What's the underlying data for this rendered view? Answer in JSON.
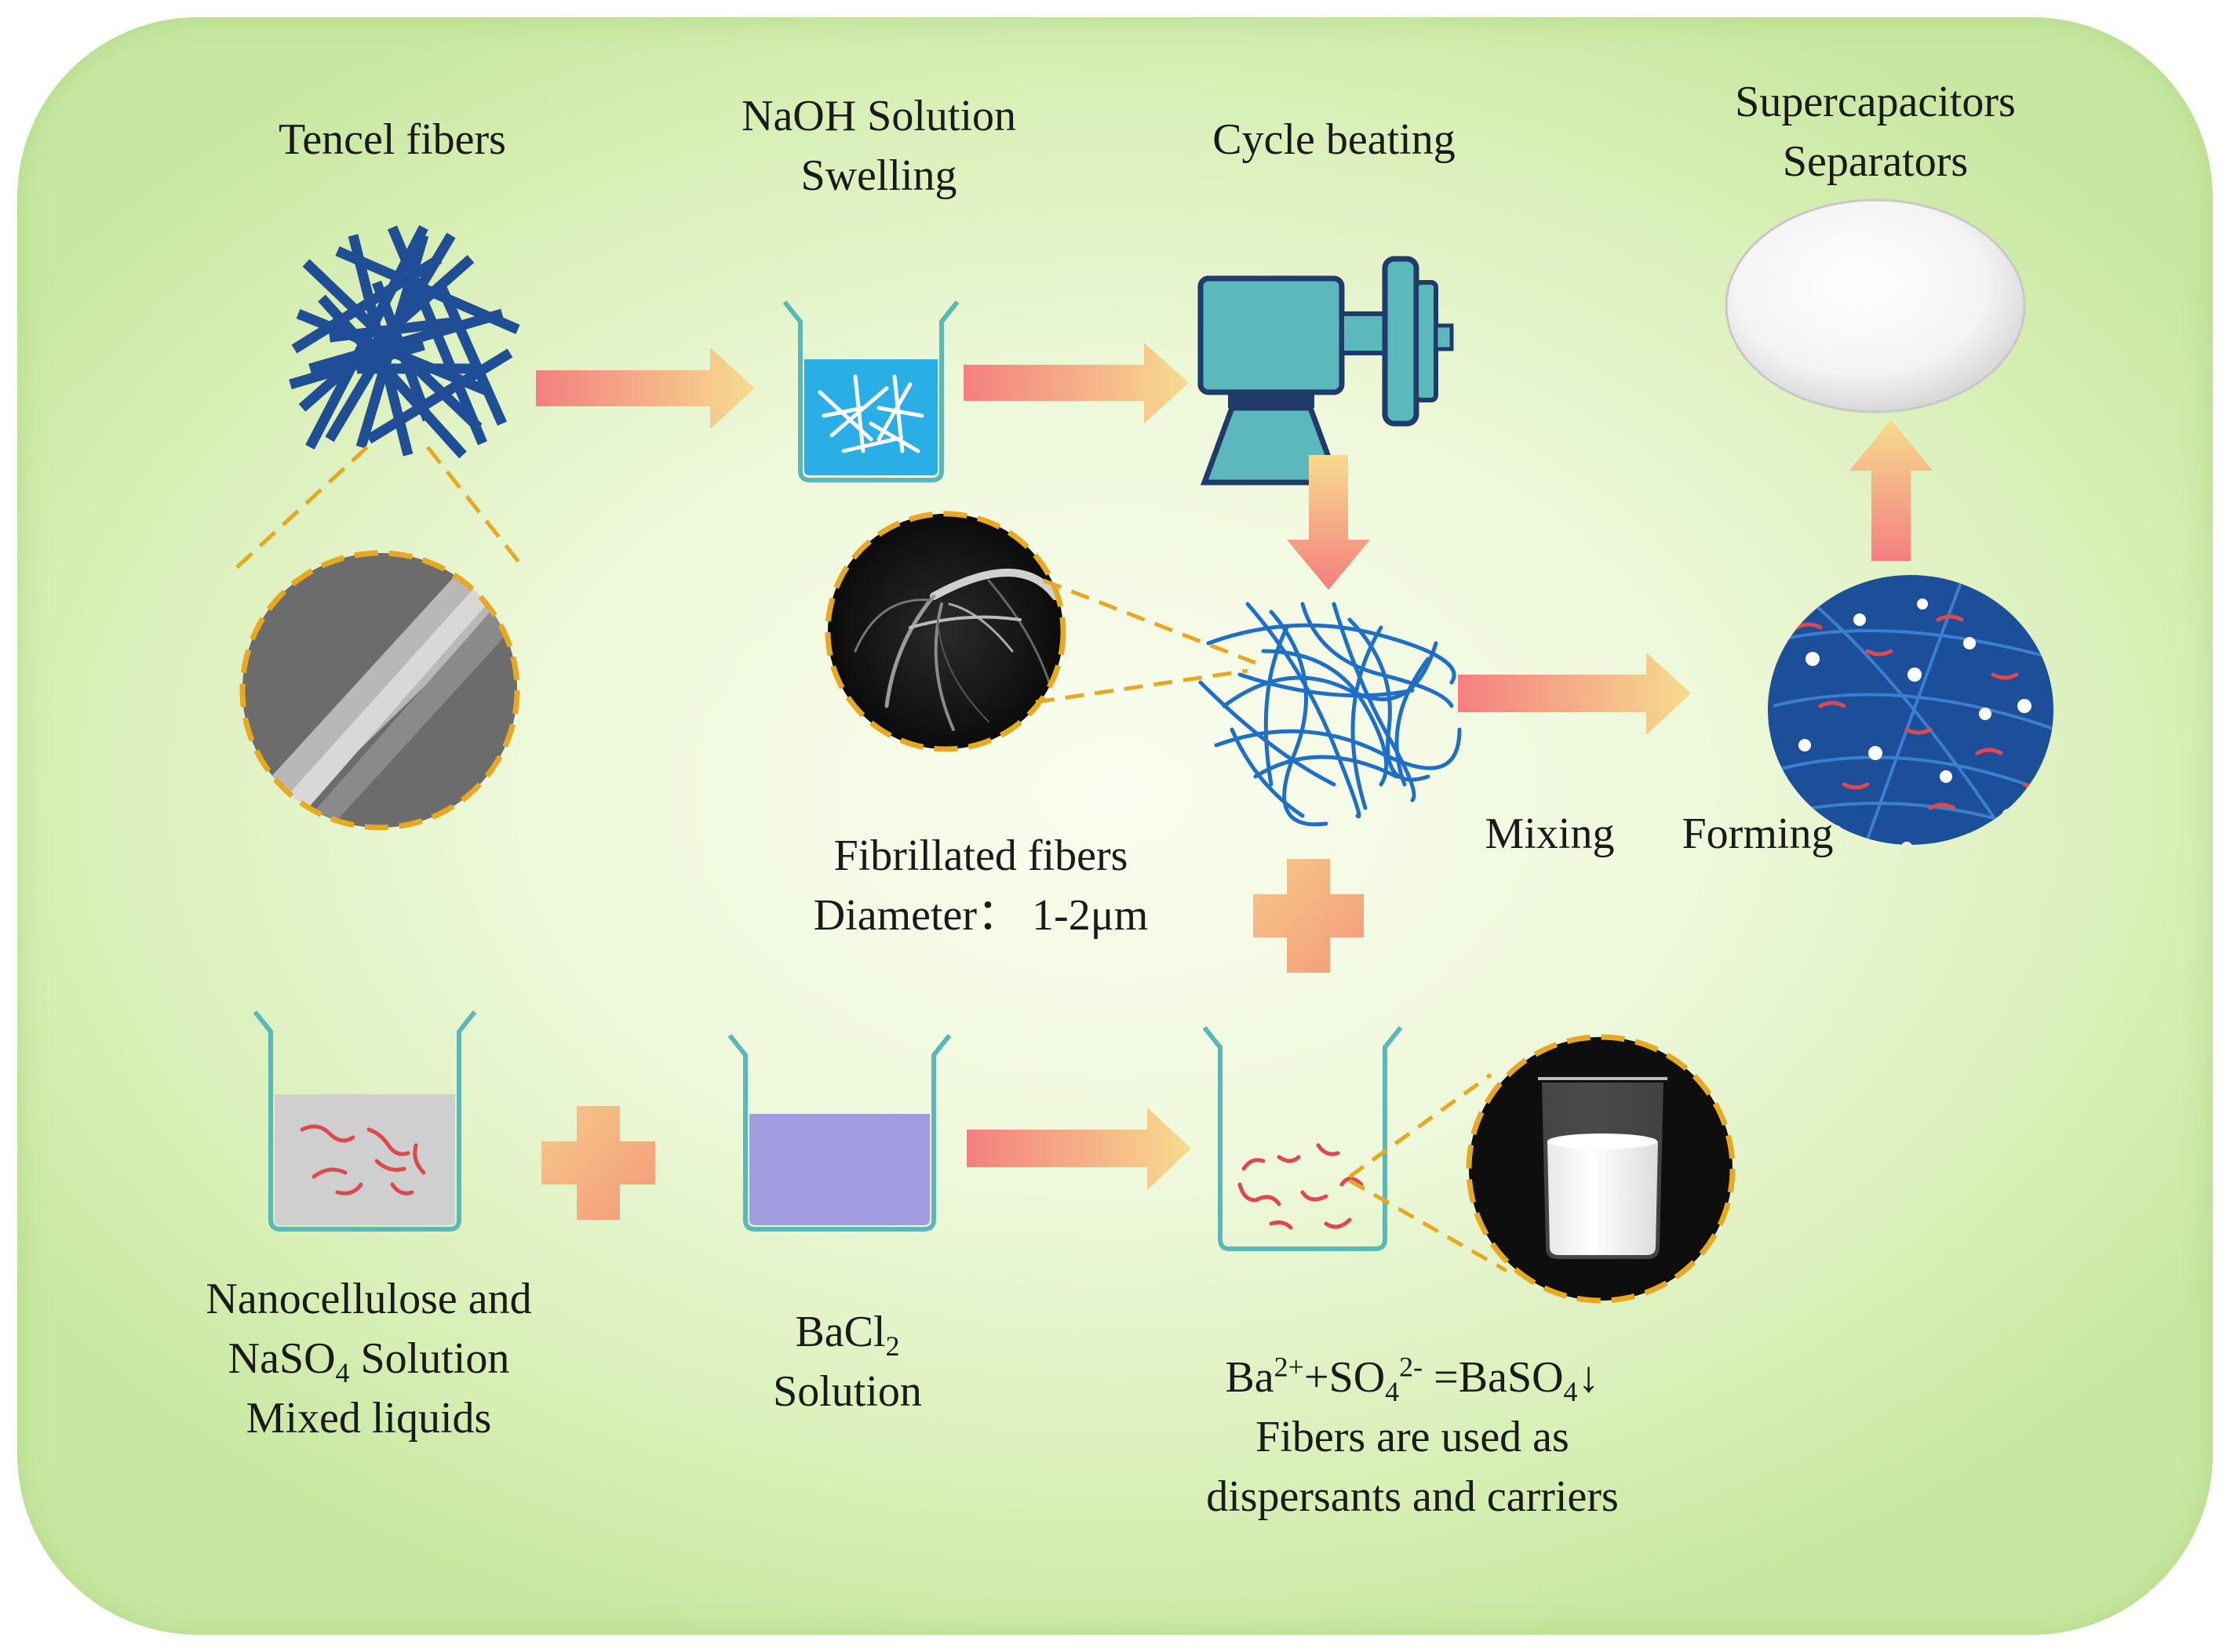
{
  "labels": {
    "tencel": "Tencel fibers",
    "naoh_l1": "NaOH Solution",
    "naoh_l2": "Swelling",
    "cycle": "Cycle beating",
    "super_l1": "Supercapacitors",
    "super_l2": "Separators",
    "fibril_l1": "Fibrillated fibers",
    "fibril_l2": "Diameter： 1-2μm",
    "mixing": "Mixing",
    "forming": "Forming",
    "nano_l1": "Nanocellulose and",
    "nano_l2_a": "NaSO",
    "nano_l2_sub": "4",
    "nano_l2_b": " Solution",
    "nano_l3": "Mixed liquids",
    "bacl_a": "BaCl",
    "bacl_sub": "2",
    "bacl_l2": "Solution",
    "eq_ba": "Ba",
    "eq_ba_sup": "2+",
    "eq_so": "+SO",
    "eq_so_sub": "4",
    "eq_so_sup": "2-",
    "eq_res": " =BaSO",
    "eq_res_sub": "4",
    "eq_arrow": "↓",
    "carrier_l1": "Fibers are used as",
    "carrier_l2": "dispersants and carriers"
  },
  "colors": {
    "panel_green": "#d8efb6",
    "fiber_blue": "#1f4e96",
    "fibril_blue": "#1e6fc8",
    "naoh_solution": "#29aee6",
    "bacl_solution": "#a39be0",
    "nano_solution": "#cfcfcf",
    "machine_teal": "#5bb8bd",
    "machine_dark": "#203b6a",
    "dash_gold": "#e8a820",
    "arrow_start": "#f47f7f",
    "arrow_end": "#f6d890",
    "nanocellulose_red": "#e0484e"
  }
}
